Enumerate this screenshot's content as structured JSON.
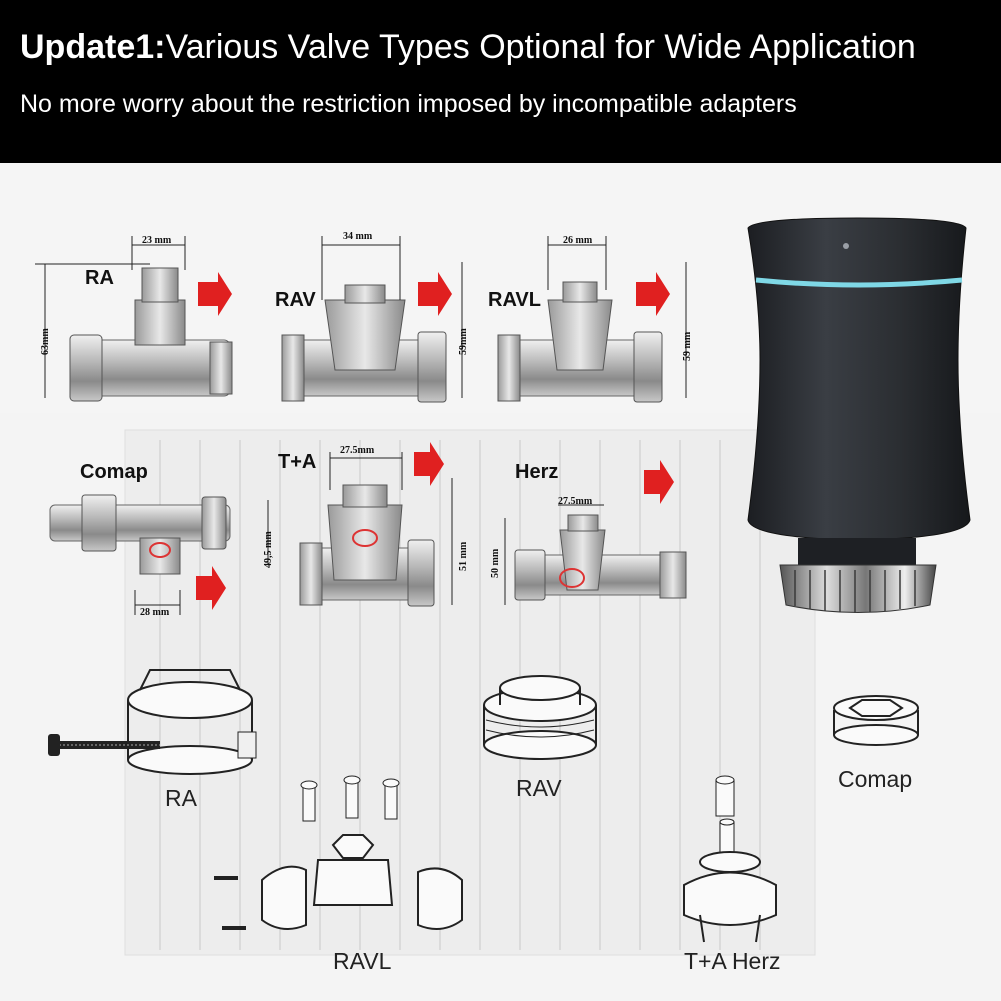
{
  "header": {
    "title_prefix": "Update1:",
    "title_rest": "Various Valve Types Optional for Wide Application",
    "subtitle": "No more worry about the restriction imposed by incompatible adapters"
  },
  "valves": [
    {
      "name": "RA",
      "dim_w": "23 mm",
      "dim_h": "63mm"
    },
    {
      "name": "RAV",
      "dim_w": "34 mm",
      "dim_h": "59mm"
    },
    {
      "name": "RAVL",
      "dim_w": "26 mm",
      "dim_h": "59 mm"
    },
    {
      "name": "Comap",
      "dim_w": "28 mm",
      "dim_h": "49,5 mm"
    },
    {
      "name": "T+A",
      "dim_w": "27.5mm",
      "dim_h": "51 mm"
    },
    {
      "name": "Herz",
      "dim_w": "27.5mm",
      "dim_h": "50 mm"
    }
  ],
  "adapters": [
    "RA",
    "RAV",
    "Comap",
    "RAVL",
    "T+A Herz"
  ],
  "colors": {
    "header_bg": "#000000",
    "arrow": "#e02020",
    "device": "#2c2f33",
    "led_ring": "#7fd8e6"
  }
}
